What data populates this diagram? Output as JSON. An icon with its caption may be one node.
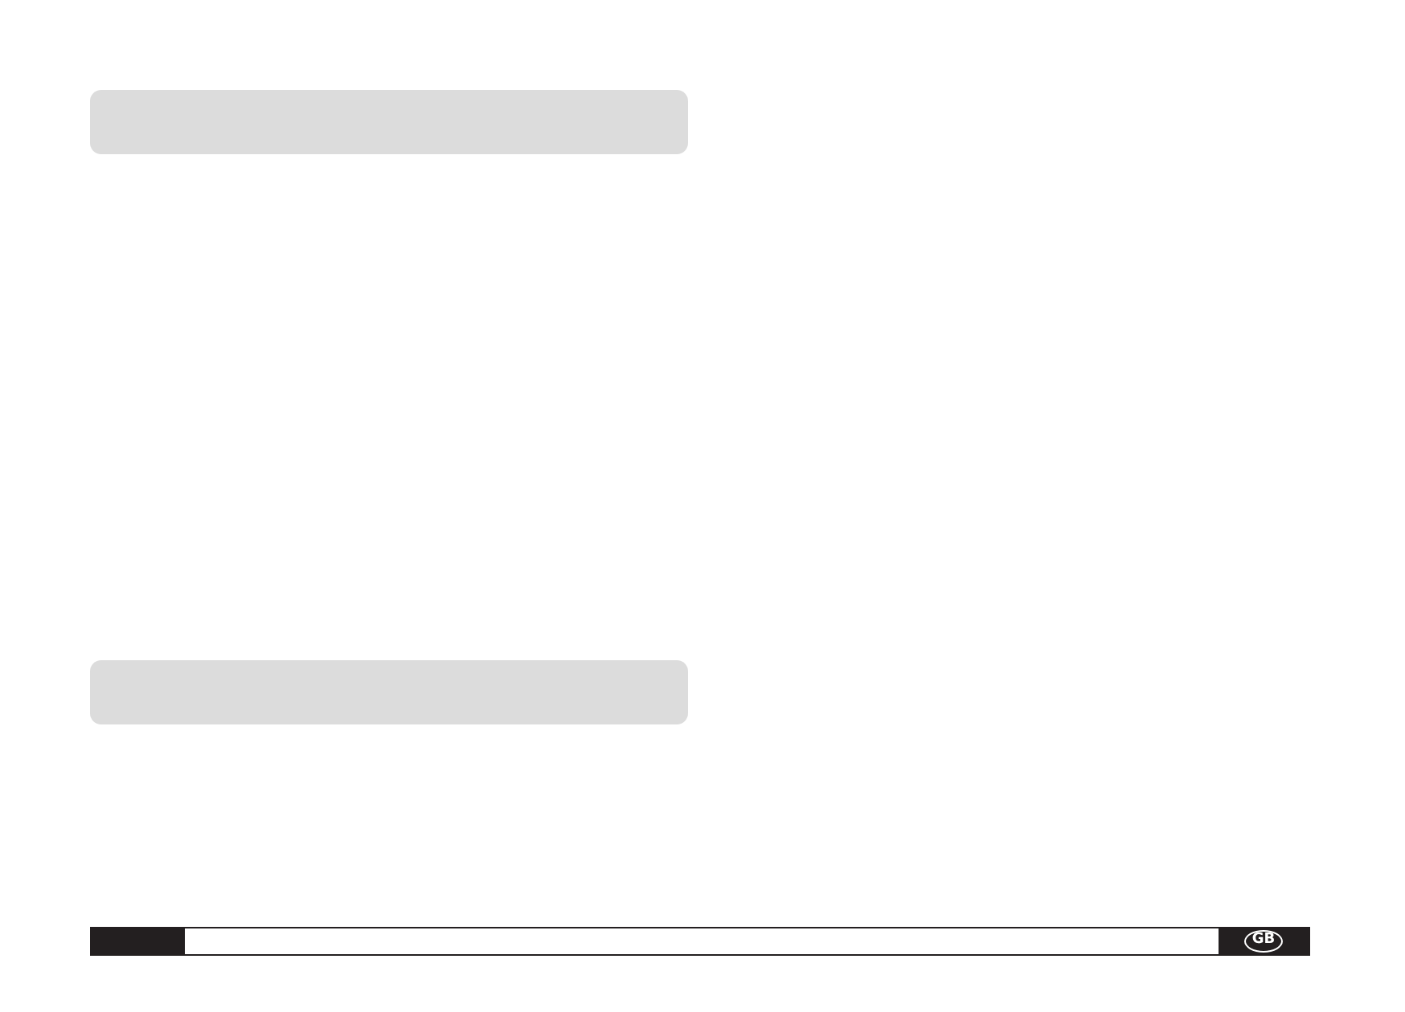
{
  "diagram": {
    "nodes": [
      {
        "text": [],
        "shape": "bar"
      },
      {
        "text": [],
        "shape": "bar"
      },
      {
        "text": [
          "GB"
        ]
      }
    ]
  }
}
